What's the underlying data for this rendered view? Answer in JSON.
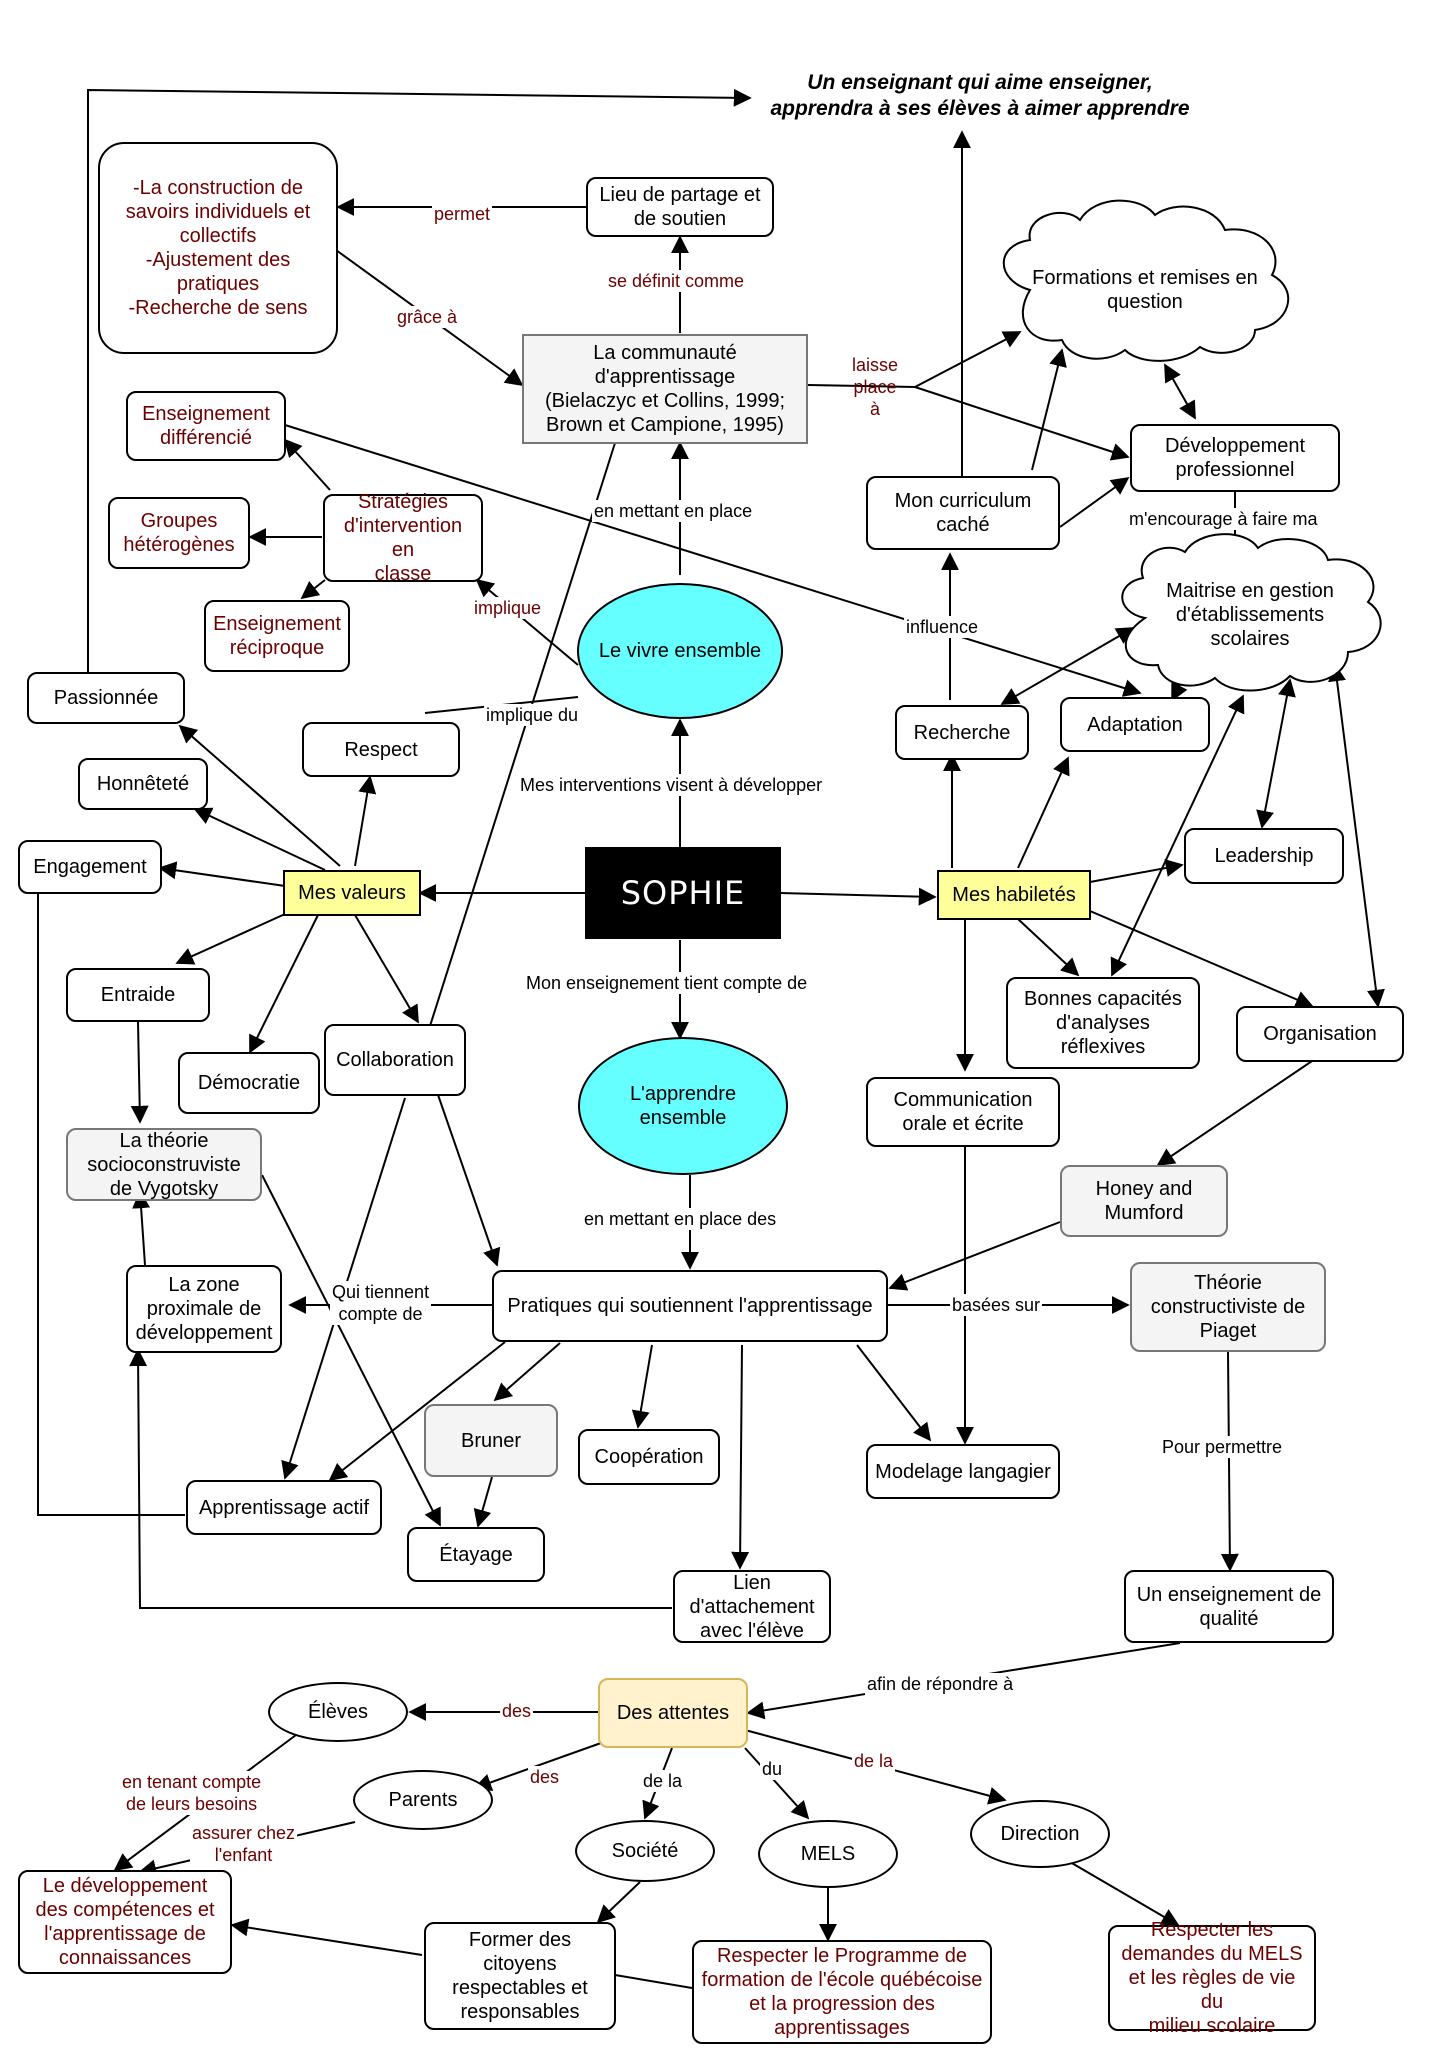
{
  "quote": "Un enseignant qui aime enseigner,\napprendra à ses élèves à aimer apprendre",
  "nodes": {
    "savoirs": "-La construction de savoirs individuels et collectifs\n-Ajustement des pratiques\n-Recherche de sens",
    "lieu": "Lieu de partage et de soutien",
    "communaute": "La communauté d'apprentissage\n(Bielaczyc et Collins, 1999;\nBrown et Campione, 1995)",
    "formations": "Formations et remises en\nquestion",
    "developpement": "Développement\nprofessionnel",
    "curriculum": "Mon curriculum\ncaché",
    "maitrise": "Maitrise en gestion\nd'établissements\nscolaires",
    "ens_diff": "Enseignement\ndifférencié",
    "groupes": "Groupes\nhétérogènes",
    "strategies": "Stratégies\nd'intervention en\nclasse",
    "ens_recip": "Enseignement\nréciproque",
    "vivre": "Le vivre ensemble",
    "passionnee": "Passionnée",
    "respect": "Respect",
    "honnetete": "Honnêteté",
    "engagement": "Engagement",
    "valeurs": "Mes valeurs",
    "sophie": "SOPHIE",
    "habiletes": "Mes habiletés",
    "recherche": "Recherche",
    "adaptation": "Adaptation",
    "leadership": "Leadership",
    "capacites": "Bonnes capacités\nd'analyses\nréflexives",
    "organisation": "Organisation",
    "entraide": "Entraide",
    "democratie": "Démocratie",
    "collaboration": "Collaboration",
    "apprendre": "L'apprendre ensemble",
    "communication": "Communication\norale et écrite",
    "vygotsky": "La théorie\nsocioconstruviste\nde Vygotsky",
    "honey": "Honey and\nMumford",
    "zone": "La zone\nproximale de\ndéveloppement",
    "pratiques": "Pratiques qui soutiennent l'apprentissage",
    "piaget": "Théorie\nconstructiviste de\nPiaget",
    "bruner": "Bruner",
    "cooperation": "Coopération",
    "modelage": "Modelage langagier",
    "actif": "Apprentissage actif",
    "etayage": "Étayage",
    "lien": "Lien\nd'attachement\navec l'élève",
    "qualite": "Un enseignement de\nqualité",
    "attentes": "Des attentes",
    "eleves": "Élèves",
    "parents": "Parents",
    "societe": "Société",
    "mels": "MELS",
    "direction": "Direction",
    "dev_comp": "Le développement\ndes compétences et\nl'apprentissage de\nconnaissances",
    "former": "Former des\ncitoyens\nrespectables et\nresponsables",
    "programme": "Respecter le Programme de\nformation de l'école québécoise\net la progression des\napprentissages",
    "demandes": "Respecter les\ndemandes du MELS\net les règles de vie du\nmilieu scolaire"
  },
  "labels": {
    "permet": "permet",
    "se_definit": "se définit comme",
    "grace": "grâce à",
    "laisse": "laisse\nplace\nà",
    "en_mettant": "en mettant en place",
    "implique": "implique",
    "implique_du": "implique du",
    "influence": "influence",
    "encourage": "m'encourage à faire ma",
    "visent": "Mes interventions visent à développer",
    "tient_compte": "Mon enseignement tient compte de",
    "en_mettant_des": "en mettant en place des",
    "qui_tiennent": "Qui tiennent\ncompte de",
    "basees": "basées sur",
    "pour_permettre": "Pour permettre",
    "afin": "afin de répondre à",
    "des1": "des",
    "des2": "des",
    "de_la1": "de la",
    "du": "du",
    "de_la2": "de la",
    "besoins": "en tenant compte\nde leurs besoins",
    "assurer": "assurer chez\nl'enfant"
  },
  "colors": {
    "cyan": "#66ffff",
    "yellow": "#ffff99",
    "cream": "#fff2cc",
    "dark_red": "#6b0000",
    "gray_fill": "#f4f4f4"
  }
}
